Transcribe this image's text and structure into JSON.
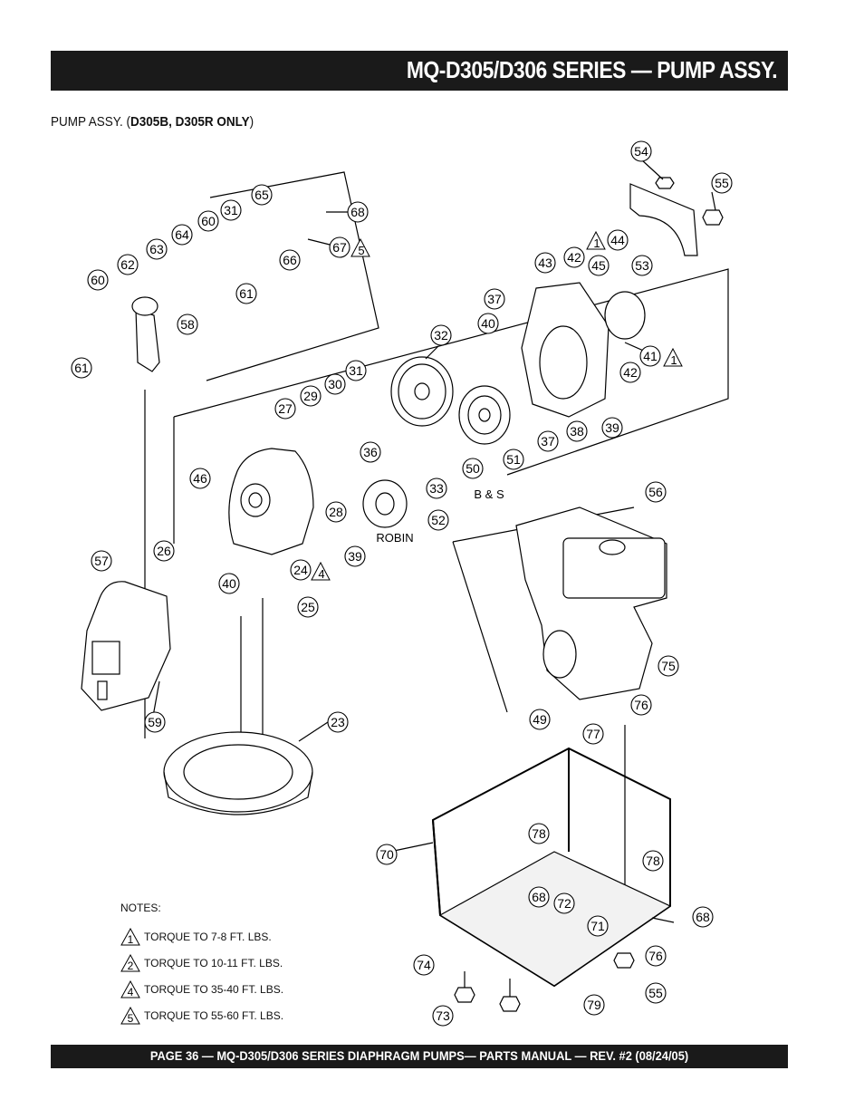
{
  "header": {
    "title": "MQ-D305/D306 SERIES —   PUMP ASSY."
  },
  "subtitle": {
    "prefix": "PUMP ASSY. (",
    "bold": "D305B, D305R ONLY",
    "suffix": ")"
  },
  "callouts": [
    "54",
    "55",
    "65",
    "31",
    "68",
    "60",
    "64",
    "67",
    "66",
    "63",
    "62",
    "61",
    "60",
    "58",
    "61",
    "44",
    "43",
    "42",
    "45",
    "53",
    "37",
    "40",
    "32",
    "41",
    "42",
    "31",
    "30",
    "29",
    "27",
    "36",
    "37",
    "38",
    "39",
    "50",
    "51",
    "33",
    "46",
    "28",
    "52",
    "26",
    "24",
    "40",
    "25",
    "39",
    "57",
    "56",
    "75",
    "76",
    "49",
    "77",
    "59",
    "23",
    "78",
    "70",
    "78",
    "68",
    "72",
    "71",
    "68",
    "76",
    "74",
    "55",
    "73",
    "79"
  ],
  "labels": {
    "bs": "B & S",
    "robin": "ROBIN"
  },
  "notes": {
    "label": "NOTES:",
    "items": [
      {
        "num": "1",
        "text": "TORQUE TO 7-8 FT. LBS."
      },
      {
        "num": "2",
        "text": "TORQUE TO 10-11 FT. LBS."
      },
      {
        "num": "4",
        "text": "TORQUE TO 35-40 FT. LBS."
      },
      {
        "num": "5",
        "text": "TORQUE TO 55-60 FT. LBS."
      }
    ]
  },
  "callout_flags": {
    "a": "1",
    "b": "5",
    "c": "1",
    "d": "4"
  },
  "footer": {
    "text": "PAGE 36 — MQ-D305/D306 SERIES DIAPHRAGM PUMPS— PARTS MANUAL — REV. #2  (08/24/05)"
  }
}
